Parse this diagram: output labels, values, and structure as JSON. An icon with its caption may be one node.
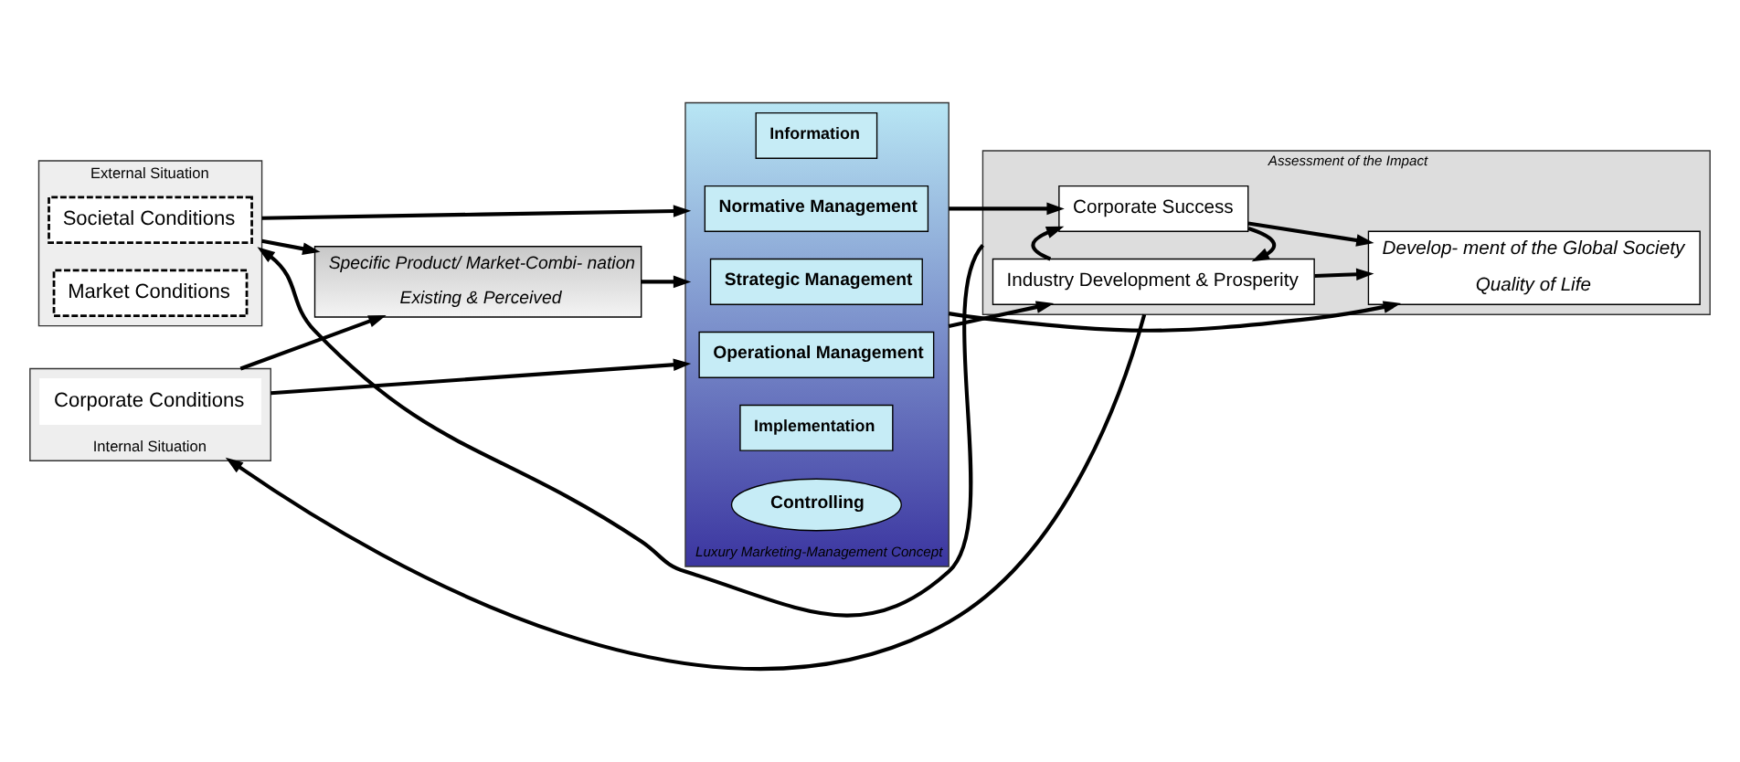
{
  "diagram": {
    "nodes": [
      {
        "text": [
          "External Situation"
        ]
      },
      {
        "text": [
          "Societal Conditions"
        ],
        "in": 0
      },
      {
        "text": [
          "Market Conditions"
        ],
        "in": 0
      },
      {
        "text": [
          "Internal Situation"
        ]
      },
      {
        "text": [
          "Corporate Conditions"
        ],
        "in": 3
      },
      {
        "text": [
          "Specific Product/ Market-Combi- nation",
          "Existing & Perceived"
        ]
      },
      {
        "text": [
          "Luxury Marketing-Management Concept"
        ]
      },
      {
        "text": [
          "Information"
        ],
        "in": 6
      },
      {
        "text": [
          "Normative Management"
        ],
        "in": 6
      },
      {
        "text": [
          "Strategic Management"
        ],
        "in": 6
      },
      {
        "text": [
          "Operational Management"
        ],
        "in": 6
      },
      {
        "text": [
          "Implementation"
        ],
        "in": 6
      },
      {
        "text": [
          "Controlling"
        ],
        "in": 6
      },
      {
        "text": [
          "Assessment of the Impact"
        ]
      },
      {
        "text": [
          "Corporate Success"
        ],
        "in": 13
      },
      {
        "text": [
          "Industry Development & Prosperity"
        ],
        "in": 13
      },
      {
        "text": [
          "Develop- ment of the Global Society",
          "Quality of Life"
        ],
        "in": 13
      }
    ],
    "edges": [
      {
        "from": 0,
        "to": 6,
        "arrow": "to"
      },
      {
        "from": 0,
        "to": 5,
        "arrow": "to"
      },
      {
        "from": 3,
        "to": 5,
        "arrow": "to"
      },
      {
        "from": 5,
        "to": 6,
        "arrow": "to"
      },
      {
        "from": 3,
        "to": 6,
        "arrow": "to"
      },
      {
        "from": 6,
        "to": 14,
        "arrow": "to"
      },
      {
        "from": 6,
        "to": 16,
        "arrow": "to"
      },
      {
        "from": 6,
        "to": 15,
        "arrow": "to"
      },
      {
        "from": 14,
        "to": 15,
        "arrow": "to"
      },
      {
        "from": 15,
        "to": 14,
        "arrow": "to"
      },
      {
        "from": 14,
        "to": 16,
        "arrow": "to"
      },
      {
        "from": 15,
        "to": 16,
        "arrow": "to"
      },
      {
        "from": 13,
        "to": 0,
        "arrow": "to"
      },
      {
        "from": 13,
        "to": 3,
        "arrow": "to"
      }
    ]
  }
}
